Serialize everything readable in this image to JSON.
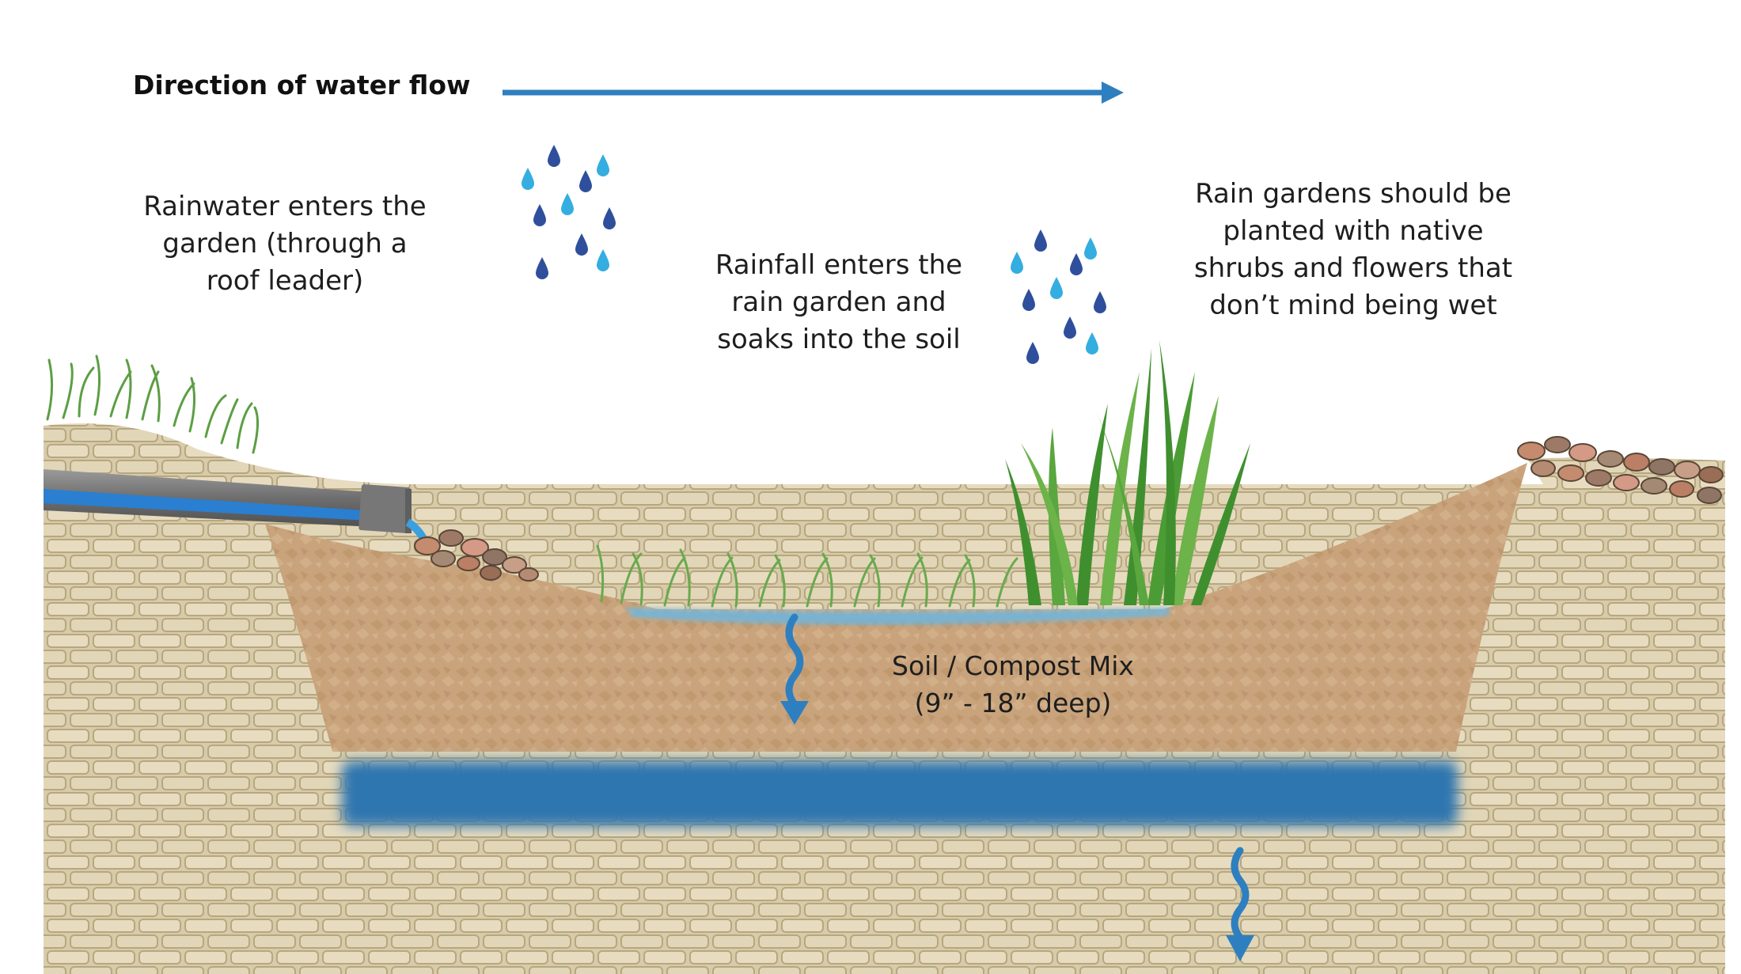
{
  "header": {
    "flow_label": "Direction of water flow"
  },
  "labels": {
    "rainwater_entry": [
      "Rainwater enters the",
      "garden (through a",
      "roof leader)"
    ],
    "rainfall_soak": [
      "Rainfall enters the",
      "rain garden and",
      "soaks into the soil"
    ],
    "native_plants": [
      "Rain gardens should be",
      "planted with native",
      "shrubs and flowers that",
      "don’t mind being wet"
    ],
    "soil_mix": [
      "Soil / Compost Mix",
      "(9” - 18” deep)"
    ]
  },
  "colors": {
    "arrow_blue": "#2e7fbf",
    "drop_dark": "#2f4f9c",
    "drop_light": "#34aee0",
    "soil": "#c8a27a",
    "subsoil": "#d6c8a4",
    "water": "#2f76b0",
    "grass": "#4f9a3c"
  }
}
